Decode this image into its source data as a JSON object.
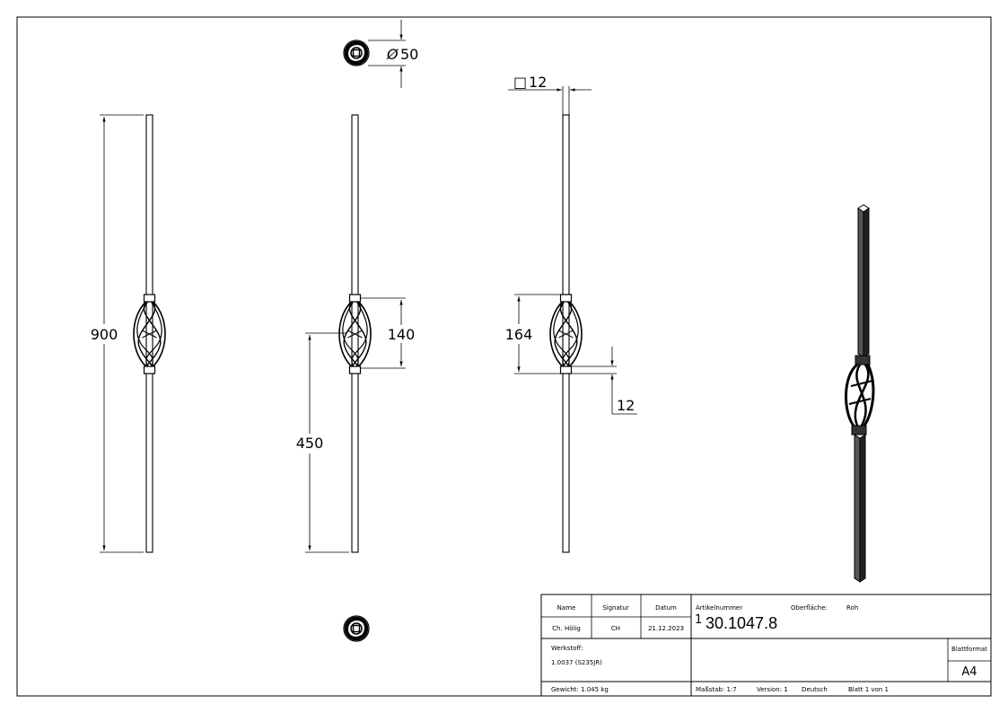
{
  "views": {
    "front": {
      "height_dim": "900"
    },
    "top": {
      "diameter_symbol": "Ø",
      "diameter_value": "50"
    },
    "side": {
      "dim_140": "140",
      "dim_450": "450"
    },
    "right": {
      "square_symbol": "□",
      "square_value": "12",
      "dim_164": "164",
      "dim_12": "12"
    }
  },
  "title_block": {
    "name_label": "Name",
    "signatur_label": "Signatur",
    "datum_label": "Datum",
    "name_value": "Ch. Hölig",
    "signatur_value": "CH",
    "datum_value": "21.12.2023",
    "artikelnummer_label": "Artikelnummer",
    "oberflaeche_label": "Oberfläche:",
    "oberflaeche_value": "Roh",
    "revision_index": "1",
    "article_number": "30.1047.8",
    "werkstoff_label": "Werkstoff:",
    "werkstoff_value": "1.0037 (S235JR)",
    "blattformat_label": "Blattformat",
    "blattformat_value": "A4",
    "gewicht": "Gewicht: 1.045 kg",
    "massstab": "Maßstab: 1:7",
    "version": "Version: 1",
    "sprache": "Deutsch",
    "blatt": "Blatt 1 von 1"
  }
}
